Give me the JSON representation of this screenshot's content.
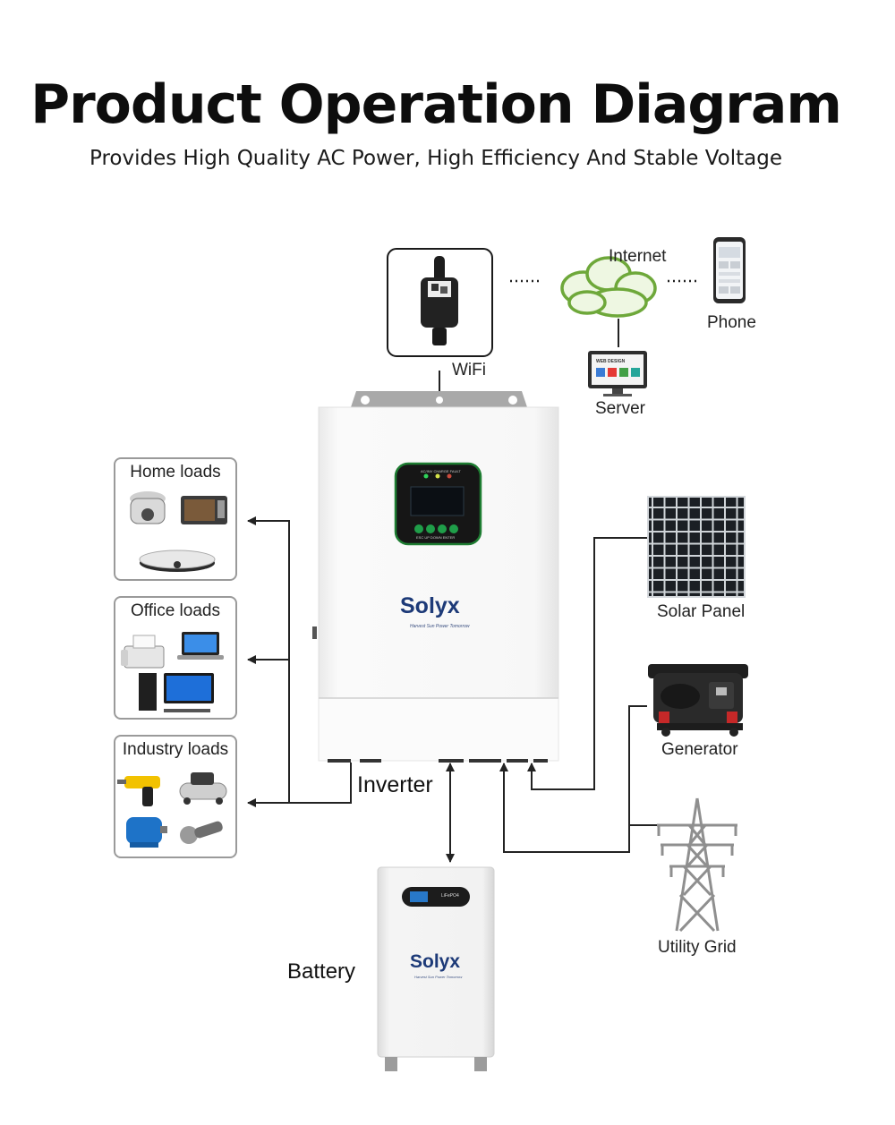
{
  "title": "Product Operation Diagram",
  "subtitle": "Provides High Quality AC Power, High Efficiency And Stable Voltage",
  "nodes": {
    "wifi": "WiFi",
    "internet": "Internet",
    "phone": "Phone",
    "server": "Server",
    "server_screen_text": "WEB DESIGN",
    "inverter": "Inverter",
    "battery": "Battery",
    "solar_panel": "Solar Panel",
    "generator": "Generator",
    "utility_grid": "Utility Grid"
  },
  "loads": {
    "home": "Home loads",
    "office": "Office loads",
    "industry": "Industry loads"
  },
  "brand": {
    "name": "Solyx",
    "tagline": "Harvest Sun Power Tomorrow"
  },
  "inverter_panel": {
    "indicators": "AC/INV  CHARGE  FAULT",
    "buttons": "ESC   UP   DOWN  ENTER"
  },
  "battery_panel": {
    "display_text": "LiFePO4"
  },
  "colors": {
    "accent_green": "#2e7d32",
    "line": "#222222",
    "box_border": "#9a9a9a"
  }
}
